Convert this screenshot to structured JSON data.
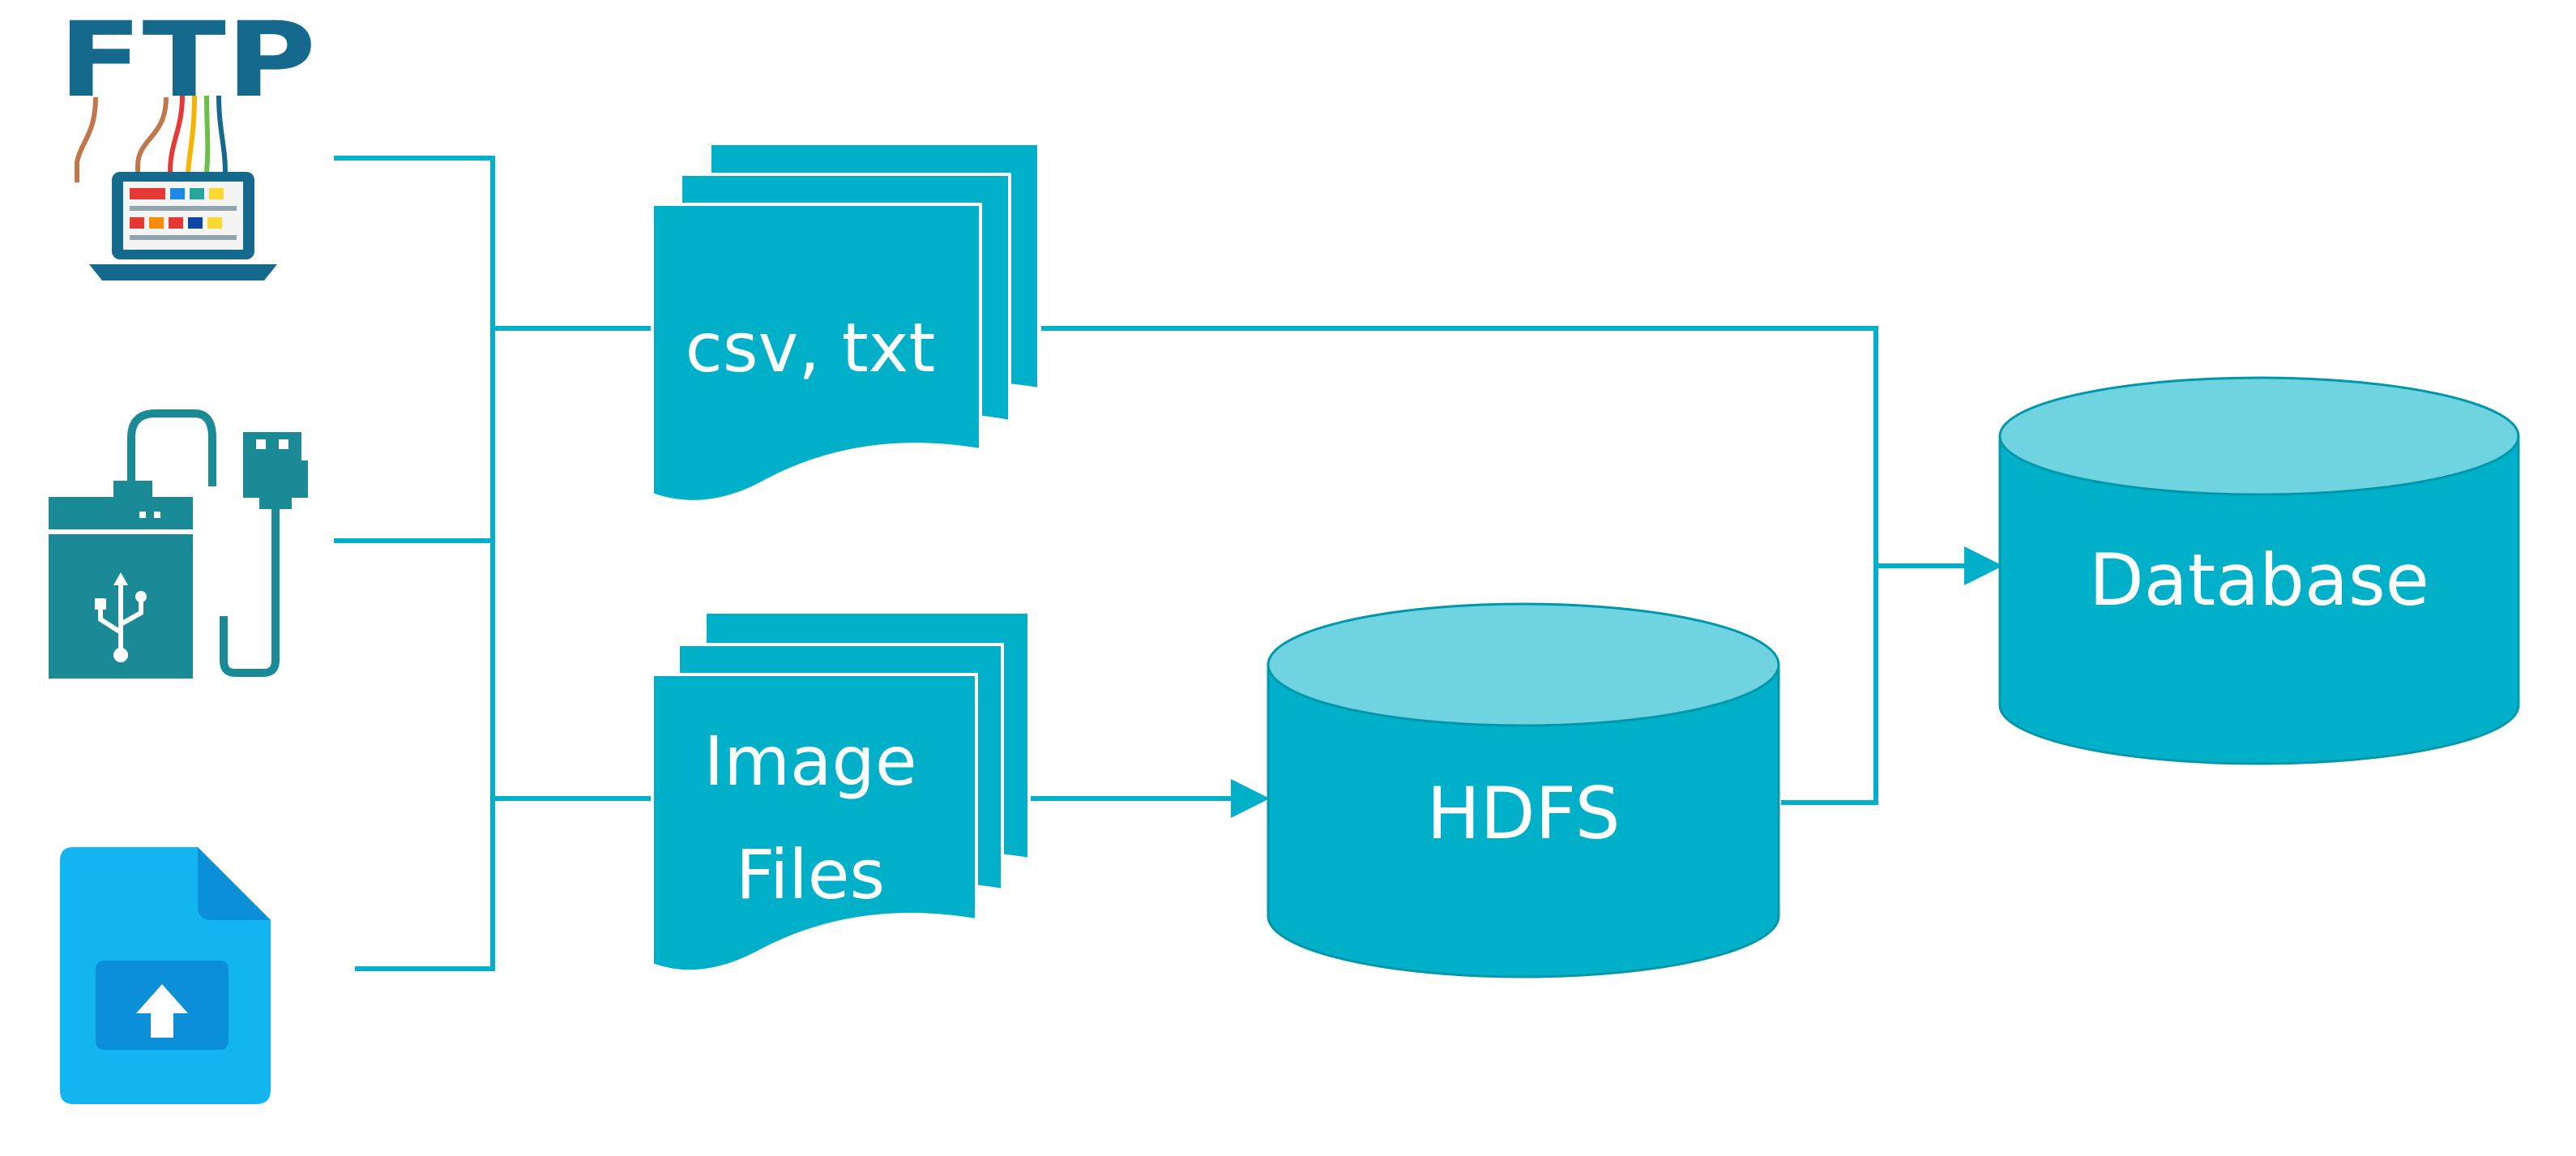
{
  "diagram": {
    "nodes": {
      "ftp_logo": {
        "text": "FTP"
      },
      "csv_txt": {
        "label": "csv, txt"
      },
      "image_files": {
        "line1": "Image",
        "line2": "Files"
      },
      "hdfs": {
        "label": "HDFS"
      },
      "database": {
        "label": "Database"
      }
    },
    "sources": [
      {
        "icon": "ftp-laptop-icon"
      },
      {
        "icon": "usb-drive-icon"
      },
      {
        "icon": "file-upload-icon"
      }
    ],
    "colors": {
      "teal": "#00b0c8",
      "cylinder_top": "#6fd3e0",
      "outline": "#0097ab",
      "ftp_text": "#15698c",
      "upload_blue": "#12b5f0",
      "upload_inner": "#0a8fd8",
      "usb_dark": "#1b8a97"
    }
  }
}
